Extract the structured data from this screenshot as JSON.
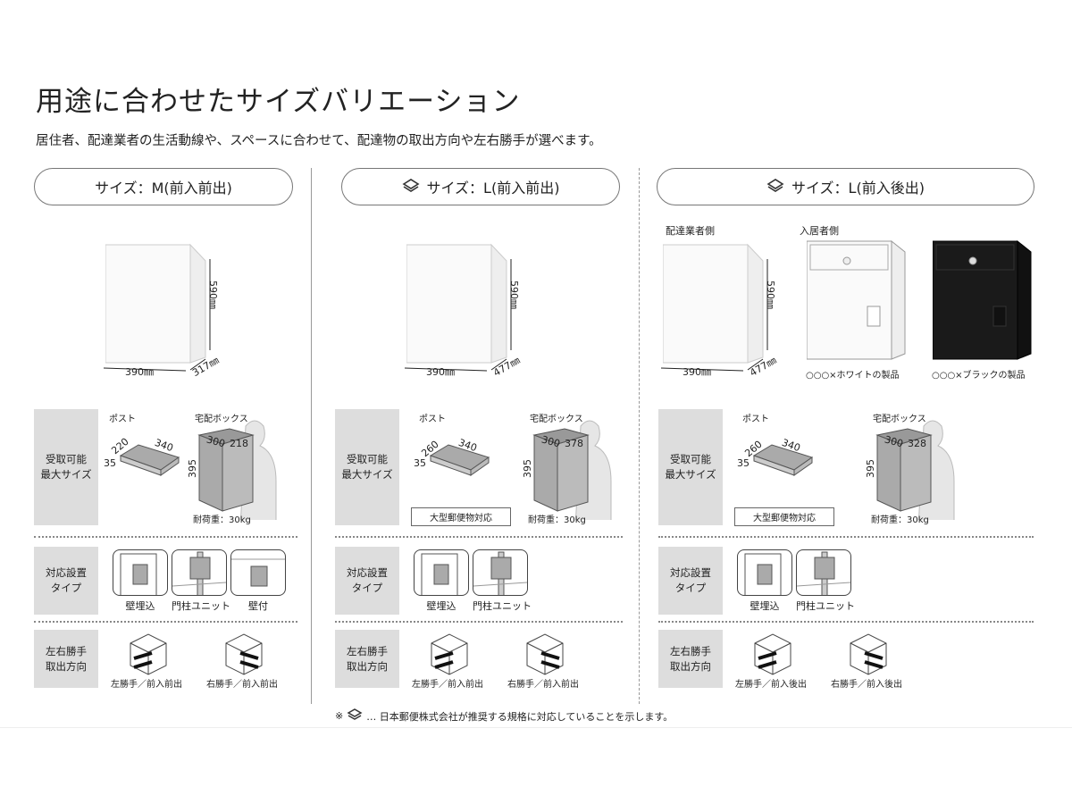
{
  "header": {
    "title": "用途に合わせたサイズバリエーション",
    "subtitle": "居住者、配達業者の生活動線や、スペースに合わせて、配達物の取出方向や左右勝手が選べます。"
  },
  "row_labels": {
    "max_size": [
      "受取可能",
      "最大サイズ"
    ],
    "install": [
      "対応設置",
      "タイプ"
    ],
    "direction": [
      "左右勝手",
      "取出方向"
    ]
  },
  "columns": [
    {
      "pill": "サイズ：M(前入前出)",
      "jp_post_badge": false,
      "product": {
        "width": "390㎜",
        "depth": "317㎜",
        "height": "590㎜"
      },
      "post_label": "ポスト",
      "post_dims": {
        "d": "220",
        "w": "340",
        "h": "35"
      },
      "box_label": "宅配ボックス",
      "box_dims": {
        "d": "300",
        "w": "218",
        "h": "395"
      },
      "load": "耐荷重：30kg",
      "large_mail": null,
      "install_types": [
        "壁埋込",
        "門柱ユニット",
        "壁付"
      ],
      "directions": [
        "左勝手／前入前出",
        "右勝手／前入前出"
      ]
    },
    {
      "pill": "サイズ：L(前入前出)",
      "jp_post_badge": true,
      "product": {
        "width": "390㎜",
        "depth": "477㎜",
        "height": "590㎜"
      },
      "post_label": "ポスト",
      "post_dims": {
        "d": "260",
        "w": "340",
        "h": "35"
      },
      "box_label": "宅配ボックス",
      "box_dims": {
        "d": "300",
        "w": "378",
        "h": "395"
      },
      "load": "耐荷重：30kg",
      "large_mail": "大型郵便物対応",
      "install_types": [
        "壁埋込",
        "門柱ユニット"
      ],
      "directions": [
        "左勝手／前入前出",
        "右勝手／前入前出"
      ]
    },
    {
      "pill": "サイズ：L(前入後出)",
      "jp_post_badge": true,
      "product": {
        "width": "390㎜",
        "depth": "477㎜",
        "height": "590㎜"
      },
      "side_labels": {
        "delivery": "配達業者側",
        "resident": "入居者側"
      },
      "variants": [
        "○○○×ホワイトの製品",
        "○○○×ブラックの製品"
      ],
      "post_label": "ポスト",
      "post_dims": {
        "d": "260",
        "w": "340",
        "h": "35"
      },
      "box_label": "宅配ボックス",
      "box_dims": {
        "d": "300",
        "w": "328",
        "h": "395"
      },
      "load": "耐荷重：30kg",
      "large_mail": "大型郵便物対応",
      "install_types": [
        "壁埋込",
        "門柱ユニット"
      ],
      "directions": [
        "左勝手／前入後出",
        "右勝手／前入後出"
      ]
    }
  ],
  "footnote": {
    "mark": "※",
    "text": "… 日本郵便株式会社が推奨する規格に対応していることを示します。"
  },
  "colors": {
    "text": "#222222",
    "label_bg": "#dddddd",
    "panel_gray": "#a9a9a9",
    "black_product": "#1a1a1a"
  }
}
